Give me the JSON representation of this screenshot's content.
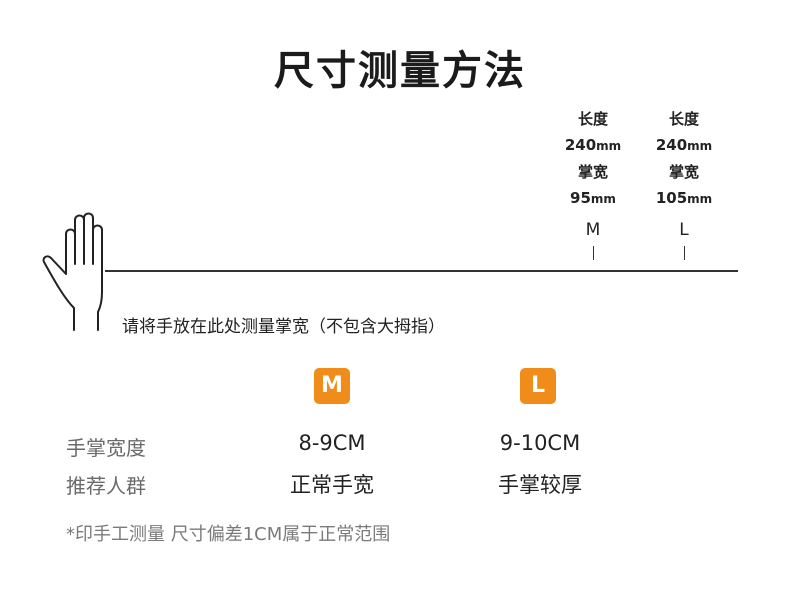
{
  "title": "尺寸测量方法",
  "specs": [
    {
      "length_label": "长度",
      "length_num": "240",
      "width_label": "掌宽",
      "width_num": "95",
      "unit": "mm",
      "size": "M"
    },
    {
      "length_label": "长度",
      "length_num": "240",
      "width_label": "掌宽",
      "width_num": "105",
      "unit": "mm",
      "size": "L"
    }
  ],
  "instruction": "请将手放在此处测量掌宽（不包含大拇指）",
  "badges": {
    "m": "M",
    "l": "L"
  },
  "table": {
    "width_label": "手掌宽度",
    "group_label": "推荐人群",
    "m_width": "8-9CM",
    "l_width": "9-10CM",
    "m_group": "正常手宽",
    "l_group": "手掌较厚"
  },
  "note": "*印手工测量 尺寸偏差1CM属于正常范围",
  "colors": {
    "accent": "#f08c1a",
    "text": "#222222",
    "muted": "#6a6a6a"
  }
}
